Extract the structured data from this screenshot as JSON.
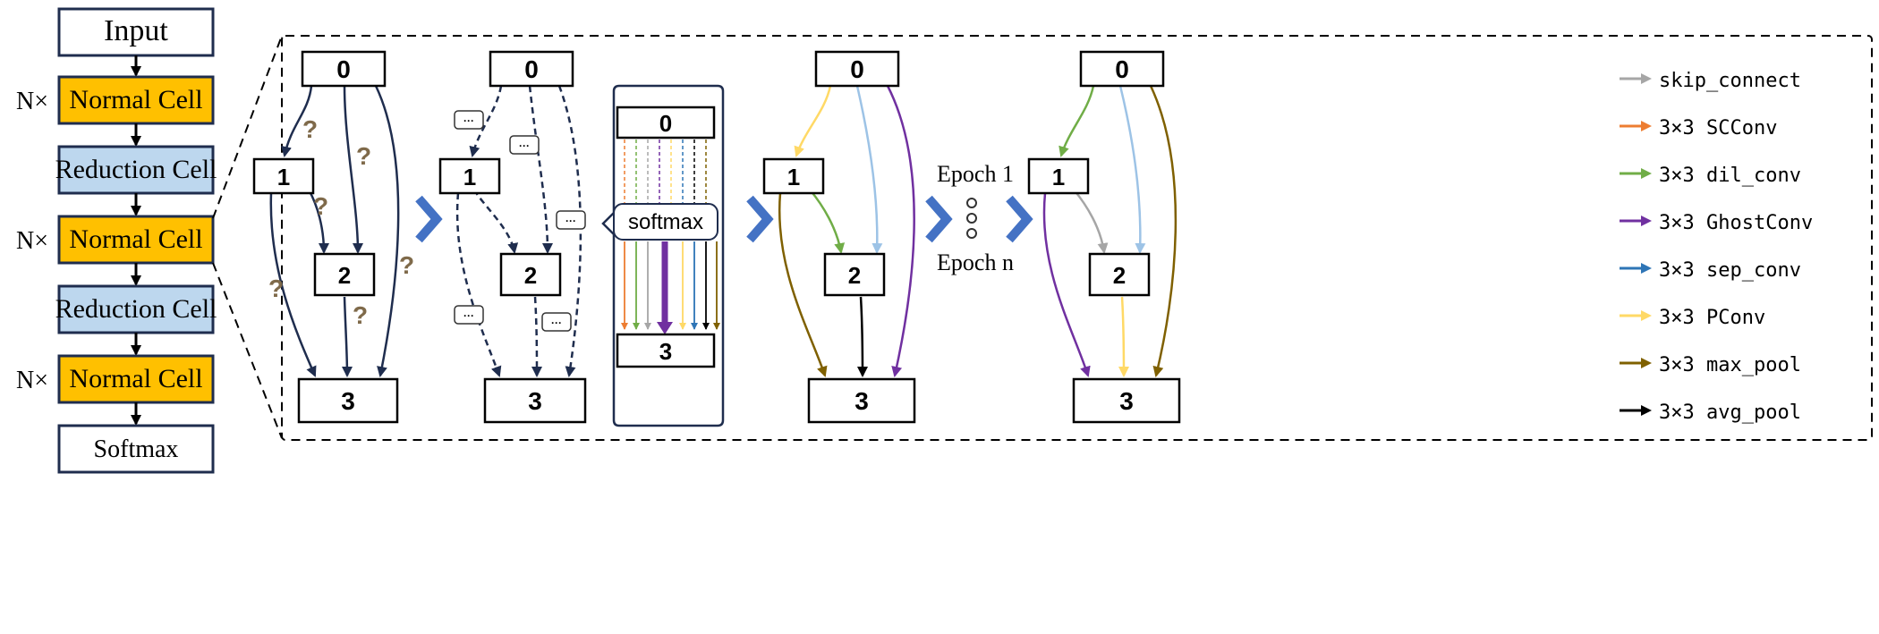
{
  "left_stack": {
    "input": "Input",
    "normal": "Normal Cell",
    "reduction": "Reduction Cell",
    "softmax": "Softmax",
    "repeat": "N×"
  },
  "nodes": {
    "n0": "0",
    "n1": "1",
    "n2": "2",
    "n3": "3"
  },
  "panel1": {
    "unknown_mark": "?"
  },
  "panel2": {
    "candidate_mark": "···"
  },
  "zoom": {
    "node_top": "0",
    "node_bottom": "3",
    "softmax": "softmax"
  },
  "epochs": {
    "first": "Epoch 1",
    "last": "Epoch n"
  },
  "legend": {
    "items": [
      {
        "label": "skip_connect",
        "color": "#a6a6a6"
      },
      {
        "label": "3×3 SCConv",
        "color": "#ed7d31"
      },
      {
        "label": "3×3 dil_conv",
        "color": "#70ad47"
      },
      {
        "label": "3×3 GhostConv",
        "color": "#7030a0"
      },
      {
        "label": "3×3 sep_conv",
        "color": "#2e75b6"
      },
      {
        "label": "3×3 PConv",
        "color": "#ffd966"
      },
      {
        "label": "3×3 max_pool",
        "color": "#7f6000"
      },
      {
        "label": "3×3 avg_pool",
        "color": "#000000"
      }
    ]
  },
  "colors": {
    "normal_cell": "#ffc000",
    "reduction_cell": "#bdd7ee",
    "edge": "#1f2d4e",
    "chevron": "#4472c4",
    "question": "#7f6a4a"
  }
}
